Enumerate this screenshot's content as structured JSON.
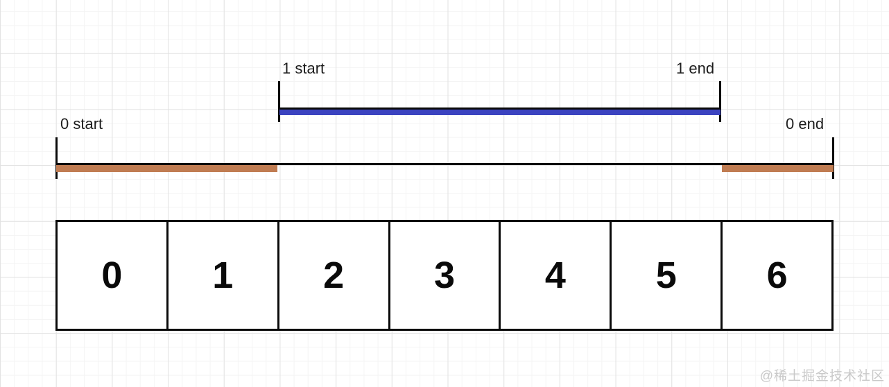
{
  "diagram": {
    "ranges": [
      {
        "name": "range-1",
        "start_label": "1 start",
        "end_label": "1 end",
        "bar_color": "#3b43c0",
        "covers_cells": [
          2,
          3,
          4,
          5
        ]
      },
      {
        "name": "range-0",
        "start_label": "0 start",
        "end_label": "0 end",
        "bar_color": "#c07c52",
        "covers_cells": [
          0,
          1,
          6
        ]
      }
    ],
    "array": {
      "cells": [
        "0",
        "1",
        "2",
        "3",
        "4",
        "5",
        "6"
      ]
    }
  },
  "colors": {
    "blue_bar": "#3b43c0",
    "brown_bar": "#c07c52",
    "line": "#0a0a0a",
    "grid_minor": "#f4f4f4",
    "grid_major": "#e2e2e2"
  },
  "watermark": "@稀土掘金技术社区"
}
